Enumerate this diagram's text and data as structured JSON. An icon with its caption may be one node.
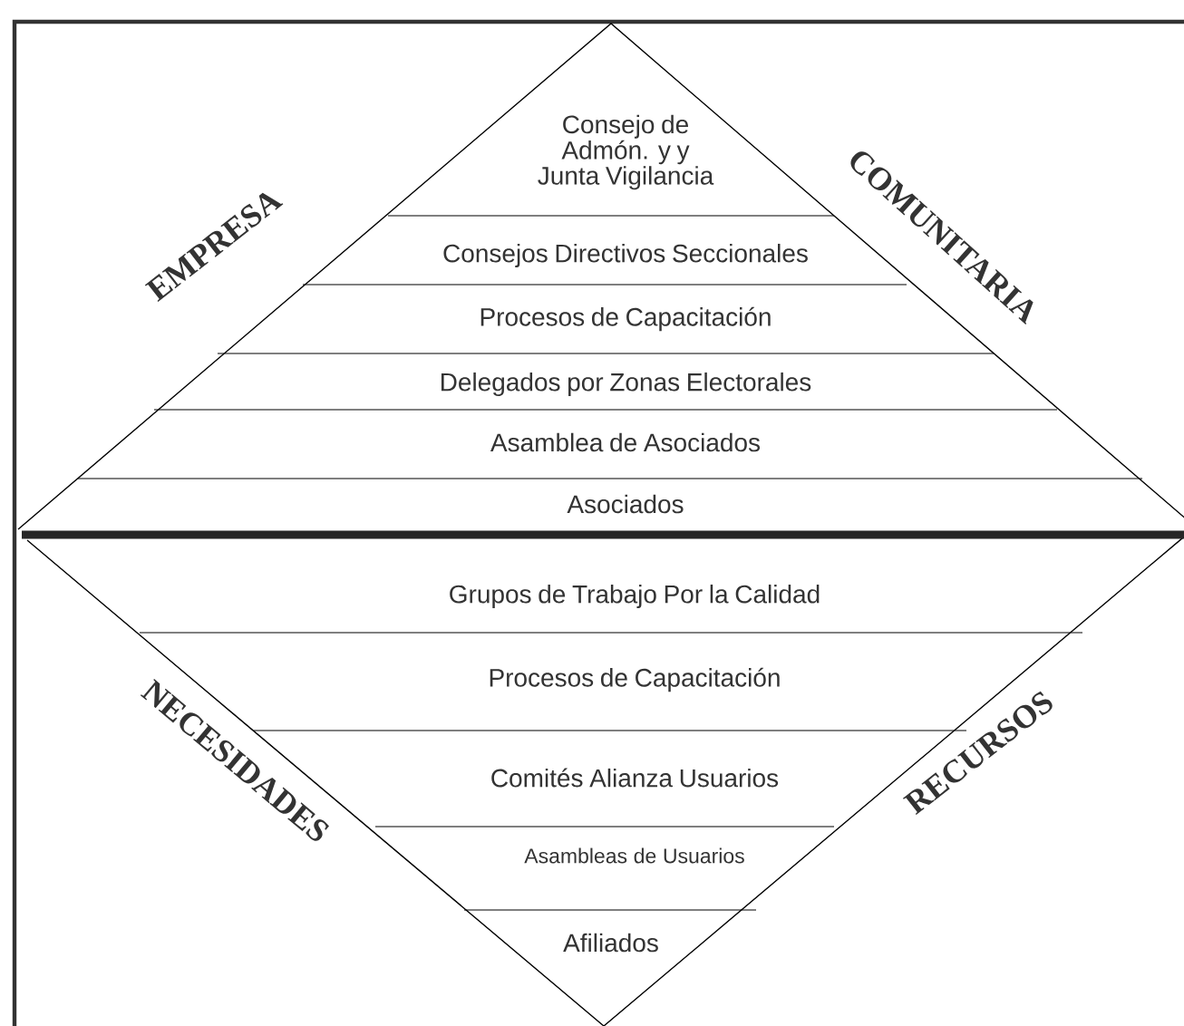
{
  "diagram": {
    "nodes": [
      {
        "text": [
          "Consejo de Admón. y y Junta Vigilancia"
        ]
      },
      {
        "text": [
          "Consejos Directivos Seccionales"
        ]
      },
      {
        "text": [
          "Procesos de Capacitación"
        ]
      },
      {
        "text": [
          "Delegados por Zonas Electorales"
        ]
      },
      {
        "text": [
          "Asamblea de Asociados"
        ]
      },
      {
        "text": [
          "Asociados"
        ]
      },
      {
        "text": [
          "Grupos de Trabajo Por la Calidad"
        ]
      },
      {
        "text": [
          "Procesos  de  Capacitación"
        ]
      },
      {
        "text": [
          "Comités Alianza Usuarios"
        ]
      },
      {
        "text": [
          "Asambleas de Usuarios"
        ]
      },
      {
        "text": [
          "Afiliados"
        ]
      }
    ],
    "labels": [
      "EMPRESA",
      "COMUNITARIA",
      "NECESIDADES",
      "RECURSOS"
    ]
  }
}
